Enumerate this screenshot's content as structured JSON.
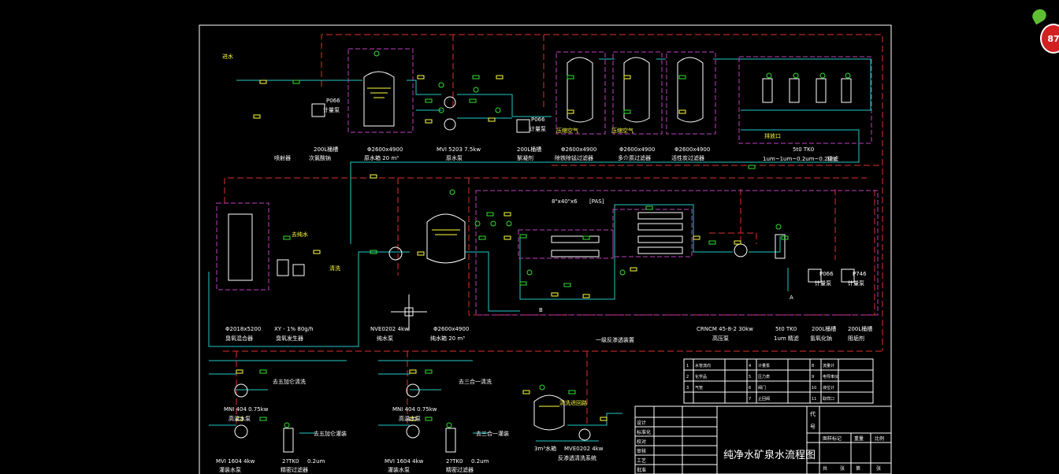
{
  "drawing": {
    "title": "纯净水矿泉水流程图",
    "inlet_label": "进水"
  },
  "equipment_row1": [
    {
      "spec": "",
      "name": "喷射器"
    },
    {
      "spec": "200L桶槽",
      "name": "次氯酸钠"
    },
    {
      "spec": "Φ2600x4900",
      "name": "原水箱 20 m³"
    },
    {
      "spec": "MVI 5203 7.5kw",
      "name": "原水泵"
    },
    {
      "spec": "200L桶槽",
      "name": "絮凝剂"
    },
    {
      "spec": "Φ2600x4900",
      "name": "除铁除锰过滤器"
    },
    {
      "spec": "Φ2600x4900",
      "name": "多介质过滤器"
    },
    {
      "spec": "Φ2600x4900",
      "name": "活性炭过滤器"
    },
    {
      "spec": "5t0 TK0",
      "name": "精滤"
    },
    {
      "spec": "1um~1um~0.2um~0.2um",
      "name": ""
    }
  ],
  "row1_small_labels": {
    "pump_left": "P066",
    "pump_left_name": "计量泵",
    "pump_mid": "P066",
    "pump_mid_name": "计量泵",
    "air_left": "压缩空气",
    "air_mid": "压缩空气",
    "drain": "排放口"
  },
  "equipment_row2": [
    {
      "spec": "Φ2018x5200",
      "name": "臭氧混合器"
    },
    {
      "spec": "XY - 1% 80g/h",
      "name": "臭氧发生器"
    },
    {
      "spec": "NVE0202 4kw",
      "name": "纯水泵"
    },
    {
      "spec": "Φ2600x4900",
      "name": "纯水箱 20 m³"
    },
    {
      "spec": "",
      "name": "一级反渗透装置"
    },
    {
      "spec": "CRNCM 45-8-2 30kw",
      "name": "高压泵"
    },
    {
      "spec": "5t0 TK0",
      "name": "1um 精滤"
    },
    {
      "spec": "200L桶槽",
      "name": "氢氧化钠"
    },
    {
      "spec": "200L桶槽",
      "name": "阻垢剂"
    }
  ],
  "row2_small_labels": {
    "ro_top_left": "8\"x40\"x6",
    "ro_top_right": "[PAS]",
    "pump_a": "P066",
    "pump_a_name": "计量泵",
    "pump_b": "P746",
    "pump_b_name": "计量泵",
    "to_water": "去纯水",
    "clean": "清洗",
    "node_b": "B",
    "node_a": "A"
  },
  "equipment_row3": [
    {
      "spec": "MNI 404 0.75kw",
      "name": "高温水泵",
      "dest": "去五加仑清洗"
    },
    {
      "spec": "MVI 1604 4kw",
      "name": "灌装水泵",
      "dest": "去五加仑灌装"
    },
    {
      "spec": "2?TK0",
      "name": "0.2um",
      "sub": "精密过滤器"
    },
    {
      "spec": "MNI 404 0.75kw",
      "name": "高温水泵",
      "dest": "去三合一清洗"
    },
    {
      "spec": "MVI 1604 4kw",
      "name": "灌装水泵",
      "dest": "去三合一灌装"
    },
    {
      "spec": "2?TK0",
      "name": "0.2um",
      "sub": "精密过滤器"
    },
    {
      "spec": "3m³水箱",
      "name": ""
    },
    {
      "spec": "MVE0202 4kw",
      "name": "反渗透清洗系统"
    },
    {
      "spec": "",
      "name": "清洗进回路"
    }
  ],
  "title_block": {
    "side_labels": [
      "代",
      "号"
    ],
    "header_cells": [
      "图样标记",
      "重量",
      "比例"
    ],
    "row_labels": [
      "设计",
      "标准化",
      "校对",
      "审核",
      "工艺",
      "批准"
    ],
    "footer": [
      "共",
      "张",
      "第",
      "张"
    ]
  },
  "legend_table": {
    "rows": [
      [
        "1",
        "水管流向",
        "",
        "4",
        "计量泵",
        "",
        "8",
        "流量计"
      ],
      [
        "2",
        "化学品",
        "",
        "5",
        "压力表",
        "",
        "9",
        "电导率仪"
      ],
      [
        "3",
        "气管",
        "",
        "6",
        "阀门",
        "",
        "10",
        "液位计"
      ],
      [
        "",
        "",
        "",
        "7",
        "止回阀",
        "",
        "11",
        "取样口"
      ]
    ]
  },
  "viewer": {
    "badge_number": "87"
  },
  "colors": {
    "background": "#000000",
    "pipe_cyan": "#25c8c8",
    "dash_red": "#e03030",
    "magenta": "#c040c0",
    "white": "#ffffff",
    "yellow": "#ffff40",
    "green": "#30e030",
    "frame": "#ffffff"
  }
}
